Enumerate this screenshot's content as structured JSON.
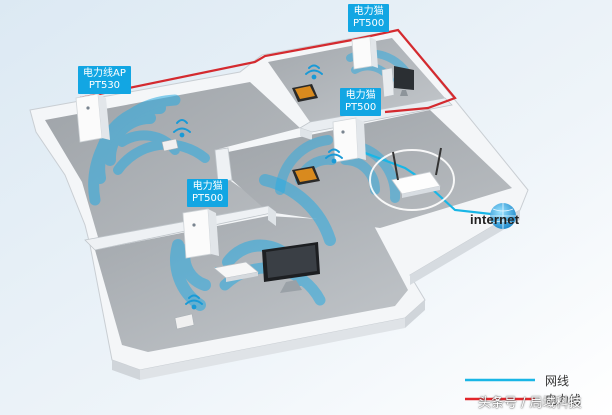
{
  "devices": {
    "ap": {
      "name": "电力线AP",
      "model": "PT530"
    },
    "cat_top": {
      "name": "电力猫",
      "model": "PT500"
    },
    "cat_mid": {
      "name": "电力猫",
      "model": "PT500"
    },
    "cat_front": {
      "name": "电力猫",
      "model": "PT500"
    }
  },
  "internet_label": "internet",
  "legend": {
    "items": [
      {
        "label": "网线",
        "color": "#19b6e6"
      },
      {
        "label": "电力线",
        "color": "#e2262b"
      }
    ]
  },
  "watermark": "头条号 / 局域科技",
  "colors": {
    "label_bg": "#12a6e3",
    "wifi": "#29abe2",
    "power_line": "#d42a2f",
    "network_line": "#19b6e6"
  }
}
